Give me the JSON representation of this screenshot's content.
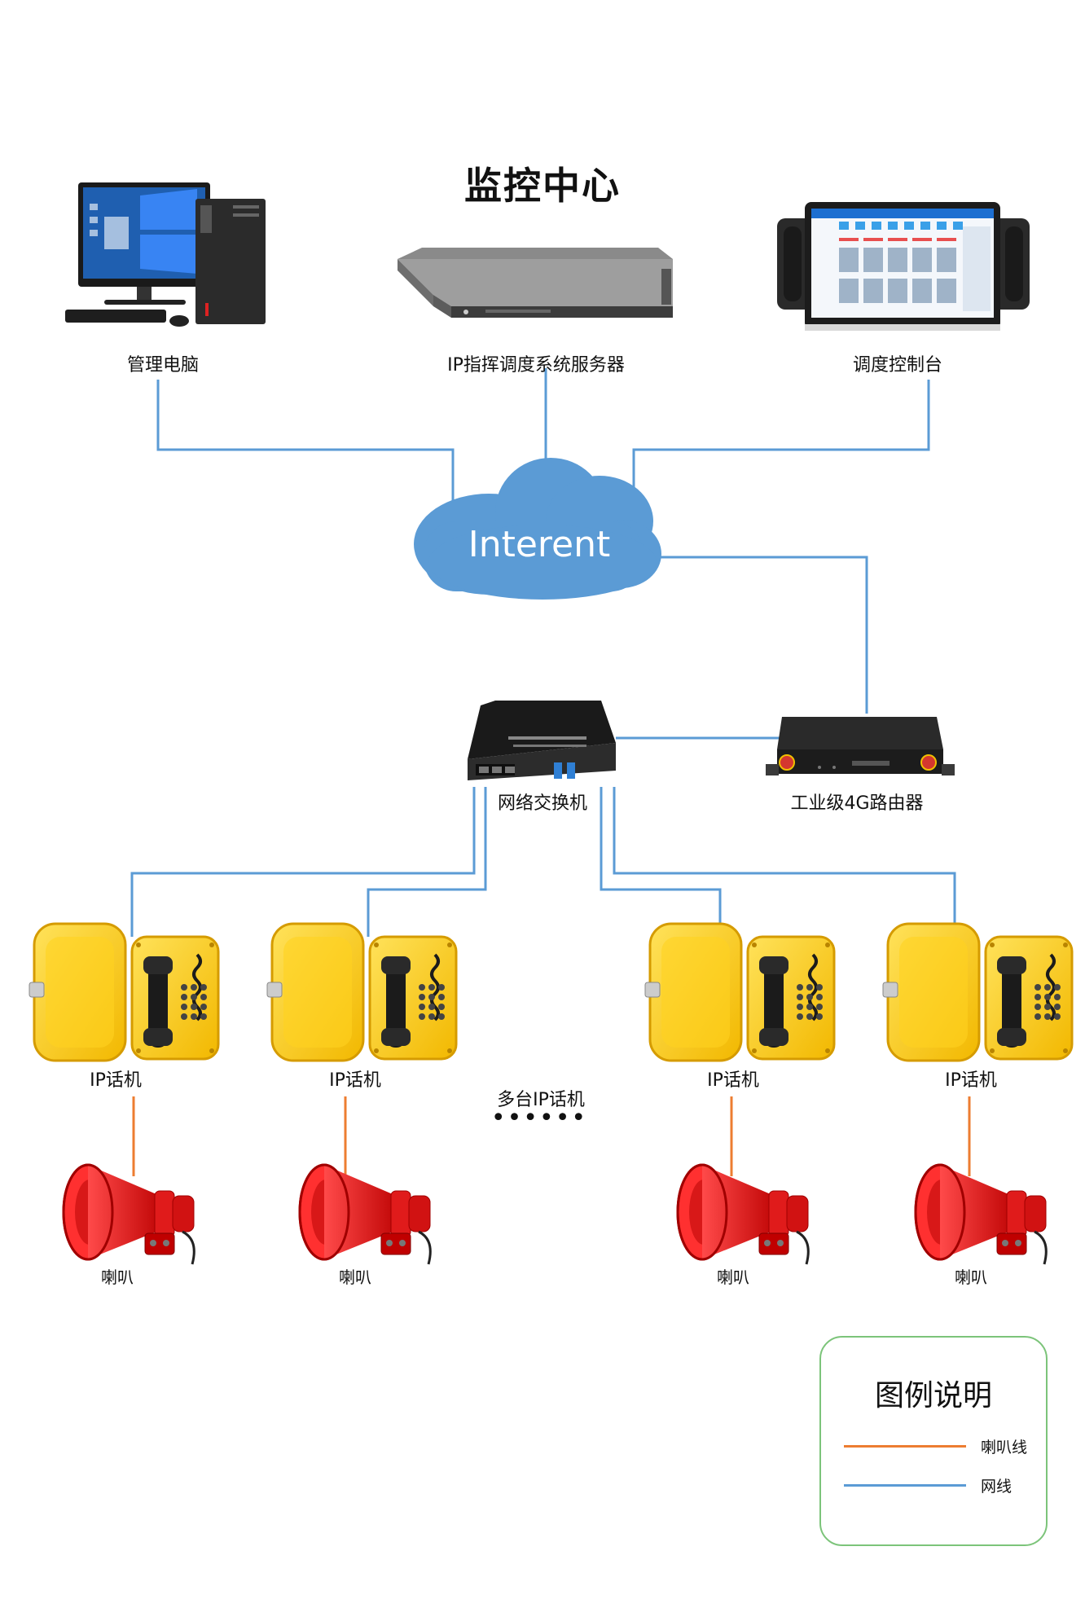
{
  "title": "监控中心",
  "cloud": "Interent",
  "colors": {
    "net_line": "#5b9bd5",
    "speaker_line": "#ed7d31",
    "cloud": "#5b9bd5",
    "legend_border": "#7cc47a"
  },
  "devices": {
    "pc": "管理电脑",
    "server": "IP指挥调度系统服务器",
    "console": "调度控制台",
    "switch": "网络交换机",
    "router": "工业级4G路由器"
  },
  "phones": [
    "IP话机",
    "IP话机",
    "IP话机",
    "IP话机"
  ],
  "speakers": [
    "喇叭",
    "喇叭",
    "喇叭",
    "喇叭"
  ],
  "multi_phone": "多台IP话机",
  "dots": "••••••",
  "legend": {
    "title": "图例说明",
    "items": [
      {
        "label": "喇叭线",
        "color": "#ed7d31"
      },
      {
        "label": "网线",
        "color": "#5b9bd5"
      }
    ]
  }
}
